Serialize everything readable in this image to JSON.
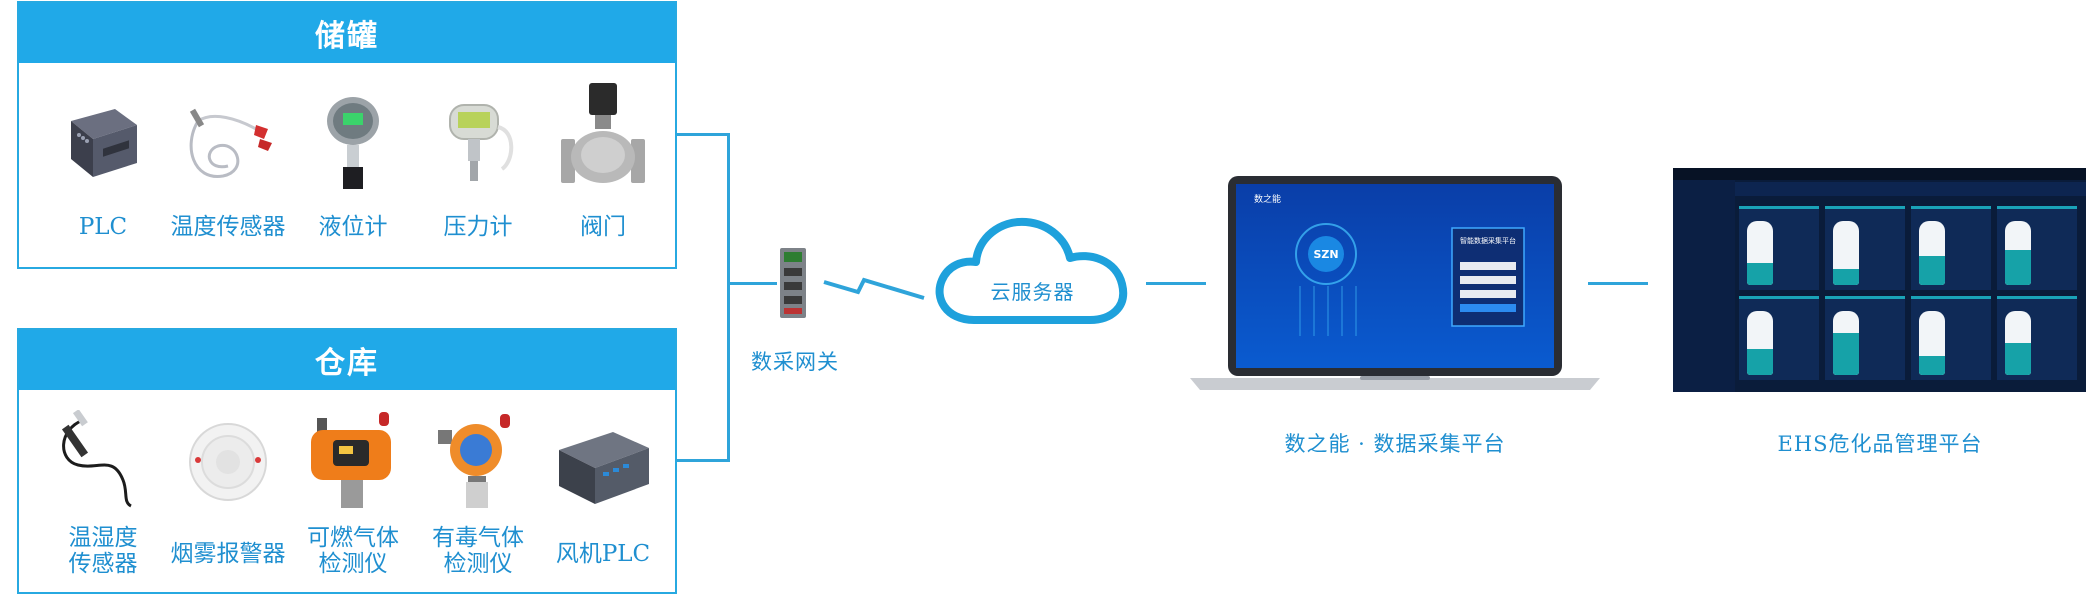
{
  "storage_tank": {
    "title": "储罐",
    "devices": [
      {
        "label": "PLC",
        "icon": "plc-icon"
      },
      {
        "label": "温度传感器",
        "icon": "temperature-sensor-icon"
      },
      {
        "label": "液位计",
        "icon": "level-gauge-icon"
      },
      {
        "label": "压力计",
        "icon": "pressure-gauge-icon"
      },
      {
        "label": "阀门",
        "icon": "valve-icon"
      }
    ]
  },
  "warehouse": {
    "title": "仓库",
    "devices": [
      {
        "label_line1": "温湿度",
        "label_line2": "传感器",
        "icon": "humidity-sensor-icon"
      },
      {
        "label_line1": "",
        "label_line2": "烟雾报警器",
        "icon": "smoke-alarm-icon"
      },
      {
        "label_line1": "可燃气体",
        "label_line2": "检测仪",
        "icon": "combustible-gas-detector-icon"
      },
      {
        "label_line1": "有毒气体",
        "label_line2": "检测仪",
        "icon": "toxic-gas-detector-icon"
      },
      {
        "label_line1": "",
        "label_line2": "风机PLC",
        "icon": "fan-plc-icon"
      }
    ]
  },
  "gateway": {
    "label": "数采网关",
    "icon": "gateway-icon"
  },
  "cloud": {
    "label": "云服务器",
    "icon": "cloud-icon"
  },
  "platform": {
    "label": "数之能 · 数据采集平台",
    "screen_brand": "数之能",
    "screen_logo": "SZN",
    "login_title": "智能数据采集平台"
  },
  "ehs": {
    "label": "EHS危化品管理平台"
  },
  "colors": {
    "accent": "#20a9e8",
    "line": "#2fa4da",
    "text": "#1f8fd0"
  }
}
